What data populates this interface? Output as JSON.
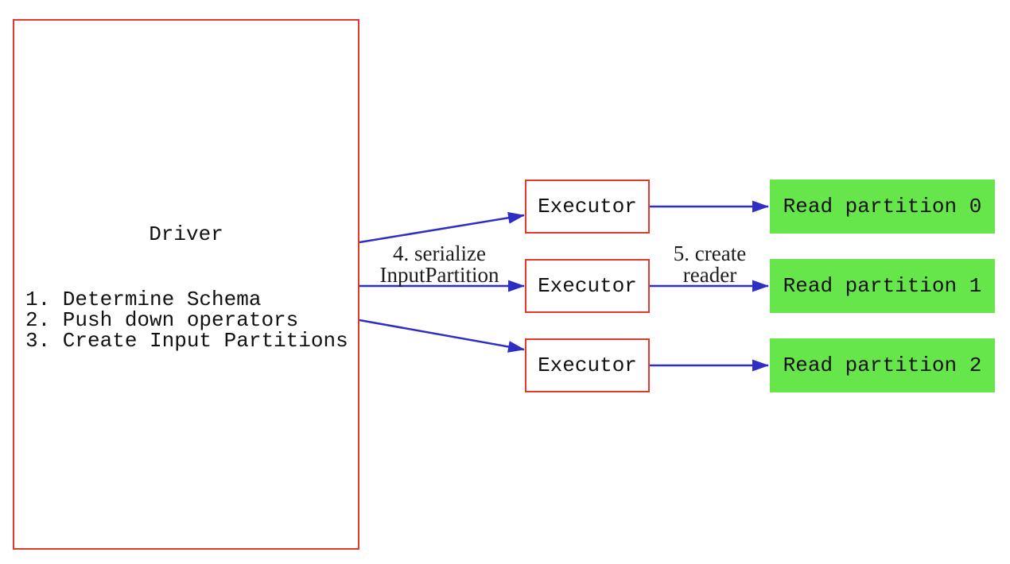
{
  "diagram": {
    "driver": {
      "title": "Driver",
      "steps": [
        "1. Determine Schema",
        "2. Push down operators",
        "3. Create Input Partitions"
      ]
    },
    "executors": [
      {
        "label": "Executor"
      },
      {
        "label": "Executor"
      },
      {
        "label": "Executor"
      }
    ],
    "read_partitions": [
      {
        "label": "Read partition 0"
      },
      {
        "label": "Read partition 1"
      },
      {
        "label": "Read partition 2"
      }
    ],
    "edge_labels": {
      "serialize": {
        "line1": "4. serialize",
        "line2": "InputPartition"
      },
      "create_reader": {
        "line1": "5. create",
        "line2": "reader"
      }
    },
    "colors": {
      "box_border_red": "#e5392e",
      "arrow_blue": "#2e2ec4",
      "partition_green": "#67e64c",
      "text_black": "#111111"
    }
  }
}
